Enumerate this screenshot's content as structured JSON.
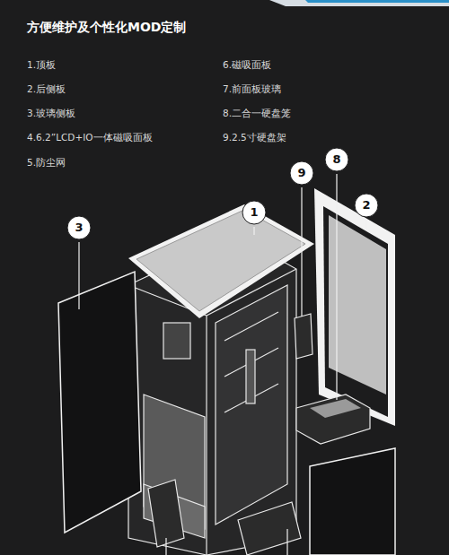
{
  "diagram": {
    "title": "方便维护及个性化MOD定制",
    "labels": [
      "1.顶板",
      "2.后侧板",
      "3.玻璃侧板",
      "4.6.2”LCD+IO一体磁吸面板",
      "5.防尘网",
      "6.磁吸面板",
      "7.前面板玻璃",
      "8.二合一硬盘笼",
      "9.2.5寸硬盘架",
      "3",
      "1",
      "9",
      "8",
      "2"
    ]
  }
}
